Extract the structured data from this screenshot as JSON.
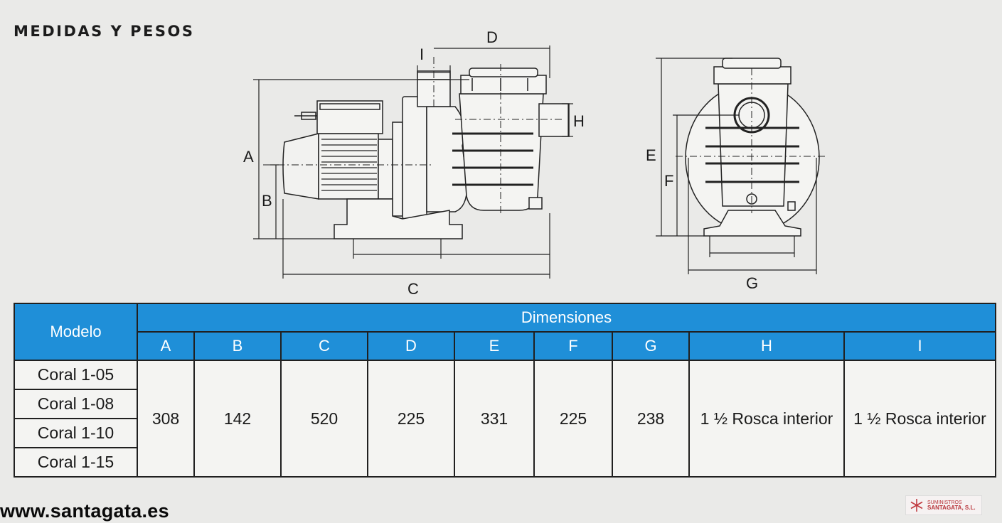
{
  "title": "MEDIDAS Y PESOS",
  "diagram": {
    "labels": {
      "A": "A",
      "B": "B",
      "C": "C",
      "D": "D",
      "E": "E",
      "F": "F",
      "G": "G",
      "H": "H",
      "I": "I"
    }
  },
  "table": {
    "model_header": "Modelo",
    "dim_header": "Dimensiones",
    "columns": [
      "A",
      "B",
      "C",
      "D",
      "E",
      "F",
      "G",
      "H",
      "I"
    ],
    "models": [
      "Coral 1-05",
      "Coral 1-08",
      "Coral 1-10",
      "Coral 1-15"
    ],
    "values": [
      "308",
      "142",
      "520",
      "225",
      "331",
      "225",
      "238",
      "1 ½ Rosca interior",
      "1 ½ Rosca interior"
    ]
  },
  "footer": {
    "url": "www.santagata.es",
    "logo_line1": "SUMINISTROS",
    "logo_line2": "SANTAGATA, S.L."
  },
  "colors": {
    "header_blue": "#1f8fd8",
    "background": "#eaeae8"
  }
}
